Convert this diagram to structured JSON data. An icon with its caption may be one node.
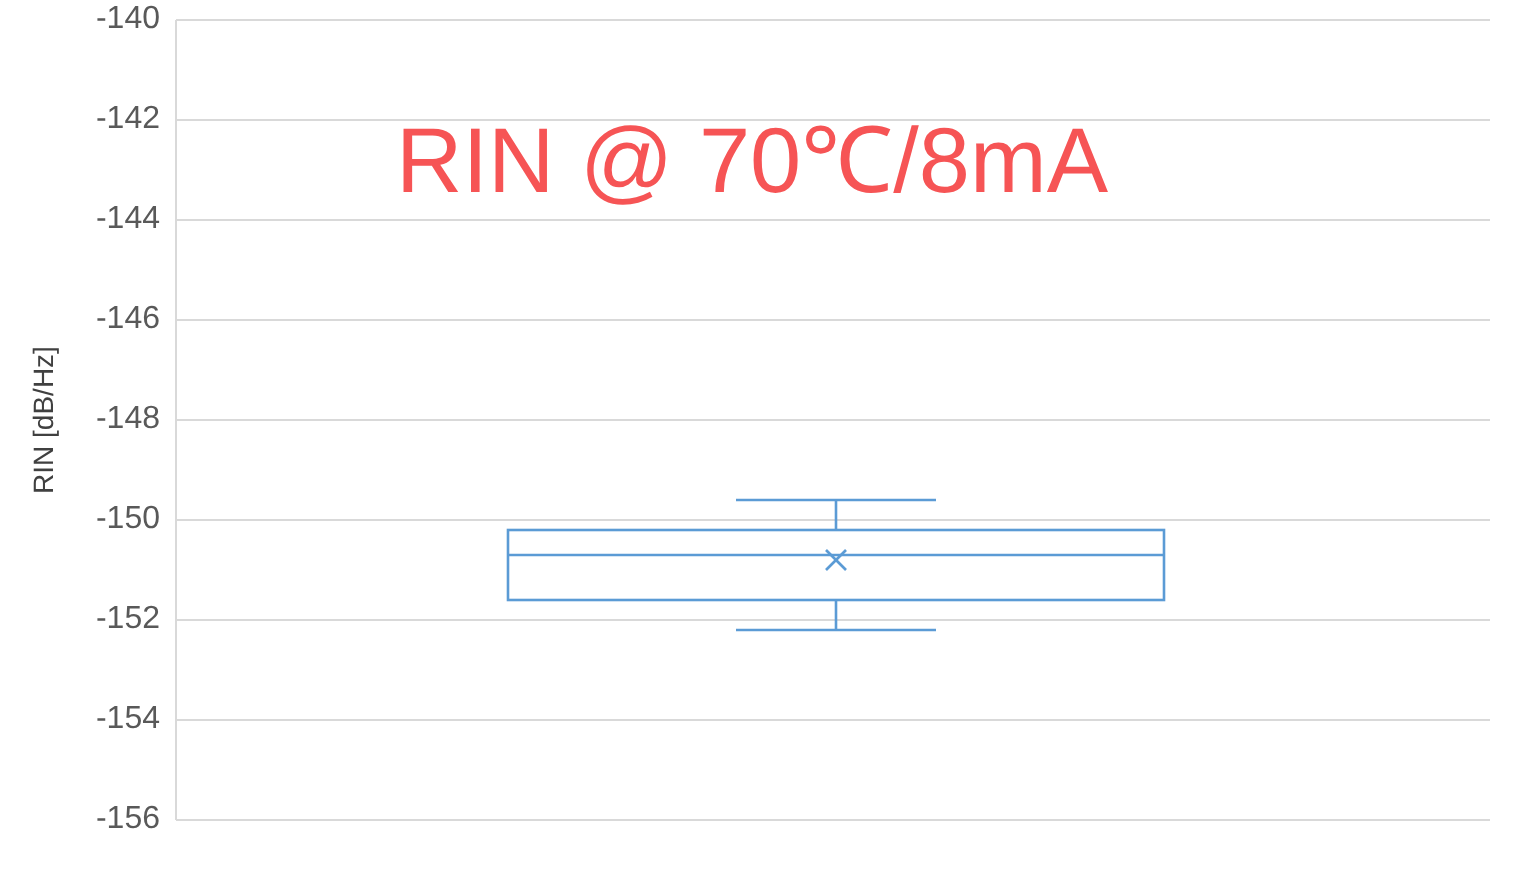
{
  "diagram": {
    "title": "RIN @ 70℃/8mA",
    "labels": [
      "-140",
      "-142",
      "-144",
      "-146",
      "-148",
      "-150",
      "-152",
      "-154",
      "-156",
      "RIN [dB/Hz]"
    ]
  }
}
